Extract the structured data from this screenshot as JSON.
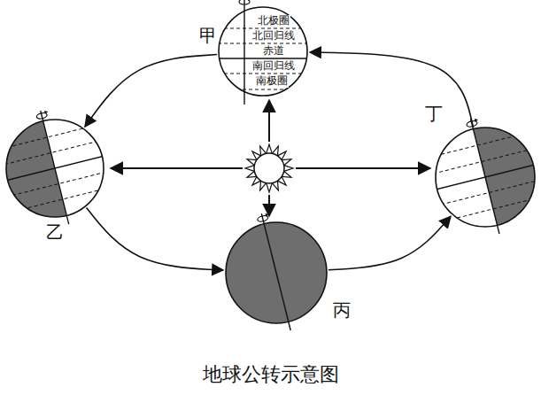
{
  "diagram": {
    "caption": "地球公转示意图",
    "nodes": [
      {
        "text": [
          "甲",
          "北极圈",
          "北回归线",
          "赤道",
          "南回归线",
          "南极圈"
        ]
      },
      {
        "text": [
          "乙"
        ]
      },
      {
        "text": [
          "丙"
        ]
      },
      {
        "text": [
          "丁"
        ]
      }
    ],
    "edges": [
      {
        "from": 0,
        "to": 1,
        "arrow": "to"
      },
      {
        "from": 1,
        "to": 2,
        "arrow": "to"
      },
      {
        "from": 2,
        "to": 3,
        "arrow": "to"
      },
      {
        "from": 3,
        "to": 0,
        "arrow": "to"
      }
    ]
  }
}
